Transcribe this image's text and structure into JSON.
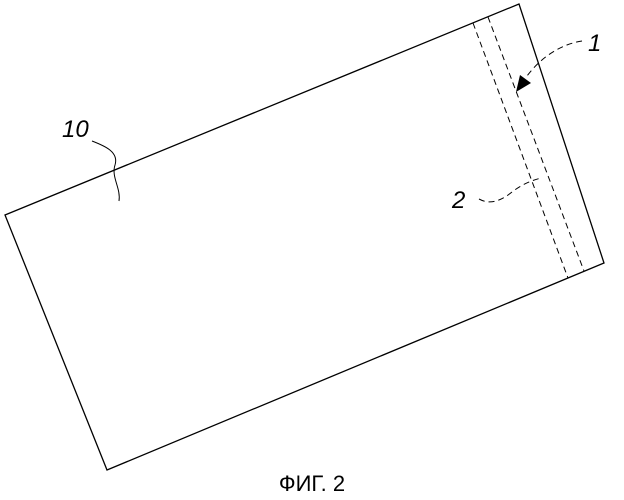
{
  "figure": {
    "caption": "ФИГ. 2",
    "labels": {
      "ref_1": "1",
      "ref_2": "2",
      "ref_10": "10"
    }
  }
}
